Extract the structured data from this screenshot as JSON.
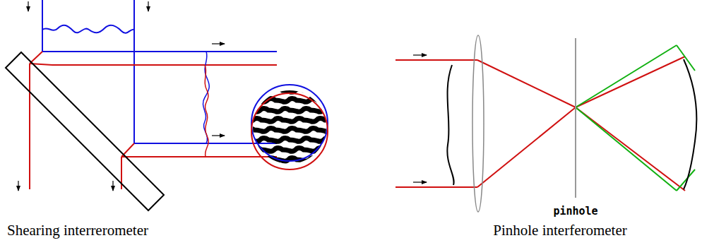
{
  "diagram": {
    "labels": [
      "Shearing interrerometer",
      "Pinhole interferometer",
      "pinhole"
    ]
  }
}
